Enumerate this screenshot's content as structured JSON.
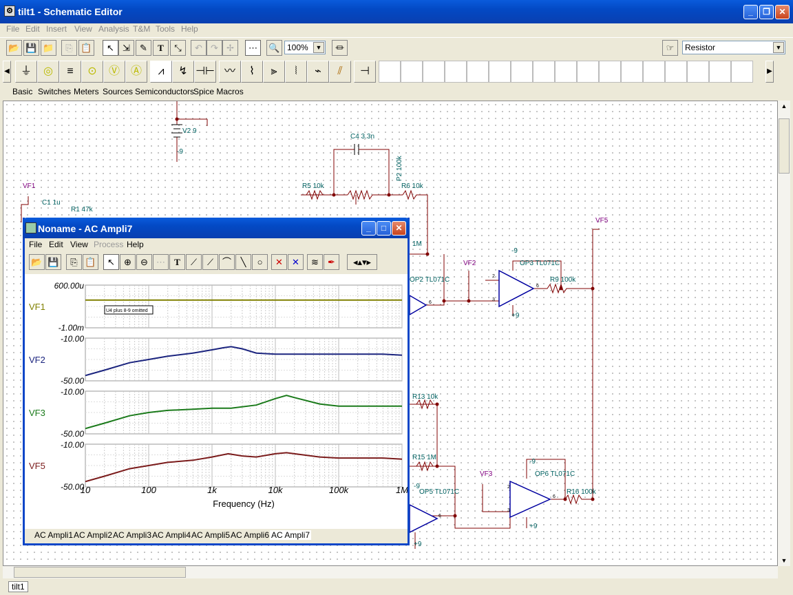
{
  "window": {
    "title": "tilt1 - Schematic Editor",
    "icon": "app-icon"
  },
  "menu": [
    "File",
    "Edit",
    "Insert",
    "View",
    "Analysis",
    "T&M",
    "Tools",
    "Help"
  ],
  "toolbar": {
    "zoom": "100%",
    "component_select": "Resistor"
  },
  "component_tabs": [
    "Basic",
    "Switches",
    "Meters",
    "Sources",
    "Semiconductors",
    "Spice Macros"
  ],
  "schematic_labels": {
    "c4": "C4 3.3n",
    "p2": "P2 100k",
    "r5": "R5 10k",
    "r6": "R6 10k",
    "vf1": "VF1",
    "c1": "C1 1u",
    "r1": "R1 47k",
    "v2": "V2 9",
    "neg9a": "-9",
    "vf5": "VF5",
    "vf2": "VF2",
    "op2": "OP2 TL071C",
    "op3": "OP3 TL071C",
    "r9": "R9 100k",
    "neg9b": "-9",
    "pos9a": "+9",
    "r1m": "1M",
    "r13": "R13 10k",
    "r15": "R15 1M",
    "vf3": "VF3",
    "op5": "OP5 TL071C",
    "op6": "OP6 TL071C",
    "r16": "R16 100k",
    "neg9c": "-9",
    "neg9d": "-9",
    "pos9b": "+9",
    "pos9c": "+9",
    "p100k": "100k",
    "pin6a": "6",
    "pin6b": "6",
    "pin6c": "6",
    "pin6d": "6",
    "pin3a": "3",
    "pin3b": "3",
    "pin2a": "2",
    "pin2b": "2"
  },
  "doc_tab": "tilt1",
  "sub_window": {
    "title": "Noname - AC Ampli7",
    "menu": [
      "File",
      "Edit",
      "View",
      "Process",
      "Help"
    ],
    "tabs": [
      "AC Ampli1",
      "AC Ampli2",
      "AC Ampli3",
      "AC Ampli4",
      "AC Ampli5",
      "AC Ampli6",
      "AC Ampli7"
    ],
    "active_tab": "AC Ampli7"
  },
  "chart_data": {
    "type": "line",
    "xlabel": "Frequency (Hz)",
    "xscale": "log",
    "x_ticks": [
      "10",
      "100",
      "1k",
      "10k",
      "100k",
      "1M"
    ],
    "annotation": "U4 plus 8-9 omitted",
    "panels": [
      {
        "name": "VF1",
        "color": "#808000",
        "ylim_labels": [
          "600.00u",
          "-1.00m"
        ],
        "x": [
          10,
          1000000
        ],
        "y": [
          0,
          0
        ]
      },
      {
        "name": "VF2",
        "color": "#1a237e",
        "ylim": [
          -50,
          -10
        ],
        "ylim_labels": [
          "-10.00",
          "-50.00"
        ],
        "x": [
          10,
          20,
          50,
          100,
          200,
          500,
          1000,
          1500,
          2000,
          3000,
          5000,
          10000,
          100000,
          500000,
          1000000
        ],
        "y": [
          -45,
          -40,
          -33,
          -30,
          -27,
          -24,
          -21,
          -19,
          -18,
          -20,
          -24,
          -25,
          -25,
          -25,
          -26
        ]
      },
      {
        "name": "VF3",
        "color": "#1a7a1a",
        "ylim": [
          -50,
          -10
        ],
        "ylim_labels": [
          "-10.00",
          "-50.00"
        ],
        "x": [
          10,
          20,
          50,
          100,
          200,
          500,
          1000,
          2000,
          5000,
          10000,
          15000,
          20000,
          50000,
          100000,
          500000,
          1000000
        ],
        "y": [
          -45,
          -40,
          -33,
          -30,
          -28,
          -27,
          -26,
          -26,
          -23,
          -17,
          -14,
          -16,
          -22,
          -24,
          -24,
          -24
        ]
      },
      {
        "name": "VF5",
        "color": "#7a1a1a",
        "ylim": [
          -50,
          -10
        ],
        "ylim_labels": [
          "-10.00",
          "-50.00"
        ],
        "x": [
          10,
          20,
          50,
          100,
          200,
          500,
          1000,
          1800,
          3000,
          5000,
          10000,
          15000,
          20000,
          50000,
          100000,
          500000,
          1000000
        ],
        "y": [
          -45,
          -40,
          -33,
          -30,
          -27,
          -25,
          -22,
          -19,
          -21,
          -22,
          -19,
          -18,
          -19,
          -22,
          -23,
          -23,
          -24
        ]
      }
    ]
  }
}
